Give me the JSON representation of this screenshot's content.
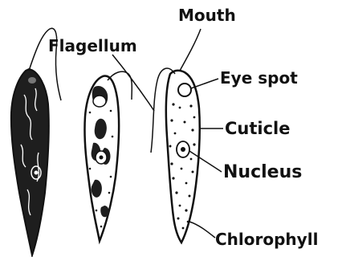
{
  "labels": {
    "mouth": "Mouth",
    "flagellum": "Flagellum",
    "eye_spot": "Eye spot",
    "cuticle": "Cuticle",
    "nucleus": "Nucleus",
    "chlorophyll": "Chlorophyll"
  },
  "colors": {
    "ink": "#111111",
    "paper": "#ffffff",
    "dark_cell": "#1e1e1e"
  }
}
